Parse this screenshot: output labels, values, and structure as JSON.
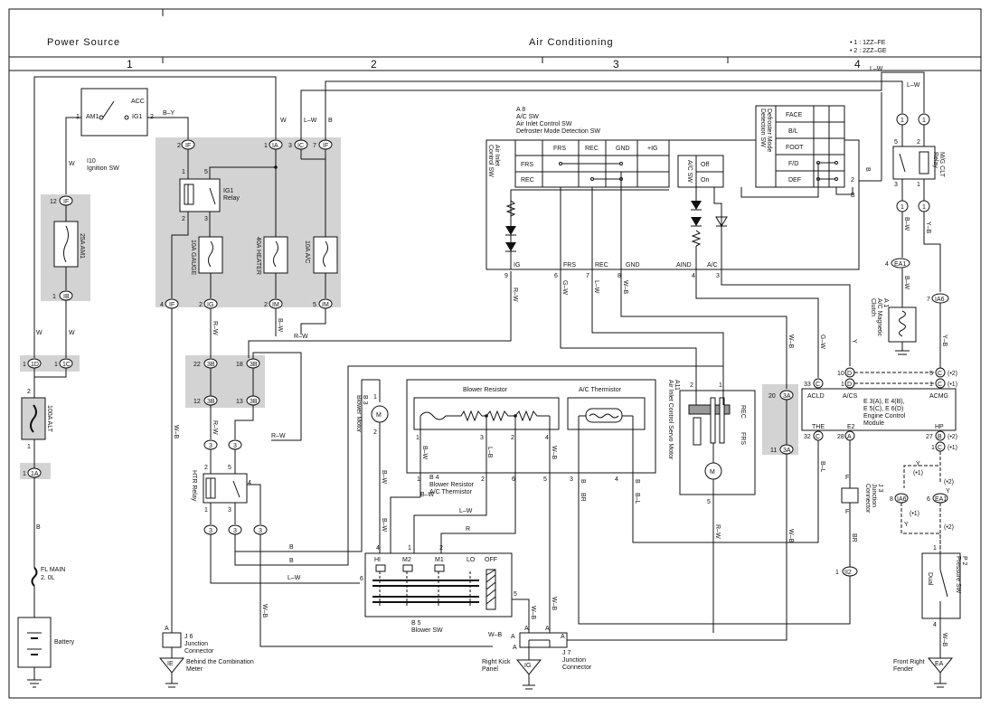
{
  "header": {
    "left_title": "Power Source",
    "center_title": "Air Conditioning",
    "notes": [
      "• 1 : 1ZZ–FE",
      "• 2 : 2ZZ–GE"
    ],
    "columns": [
      "1",
      "2",
      "3",
      "4"
    ]
  },
  "ignition": {
    "id": "I10",
    "name": "Ignition SW",
    "terminals": [
      "ACC",
      "AM1",
      "IG1"
    ],
    "pins": [
      "1",
      "2"
    ]
  },
  "fuses": {
    "am1": "25A AM1",
    "alt": "100A ALT",
    "gauge": "10A GAUGE",
    "heater": "40A HEATER",
    "ac": "10A A/C",
    "fl_main": [
      "FL MAIN",
      "2. 0L"
    ]
  },
  "battery_label": "Battery",
  "ig1_relay": [
    "IG1",
    "Relay"
  ],
  "htr_relay": "HTR Relay",
  "connectors": [
    "IF",
    "IB",
    "1D",
    "1C",
    "1A",
    "IG",
    "IA",
    "IM",
    "IC",
    "3B",
    "3A",
    "3",
    "EA1",
    "IA6",
    "II2",
    "1",
    "A",
    "B",
    "C",
    "E",
    "EA"
  ],
  "wire_colors": [
    "B–Y",
    "W",
    "L–W",
    "B",
    "R–W",
    "W–B",
    "B–W",
    "G–W",
    "L–B",
    "Y–B",
    "Y",
    "R",
    "BR",
    "B–L",
    "F",
    "G–W",
    "B–R"
  ],
  "a8": {
    "id": "A 8",
    "lines": [
      "A/C SW",
      "Air Inlet Control SW",
      "Defroster Mode Detection SW"
    ],
    "inlet_label": [
      "Air Inlet",
      "Control SW"
    ],
    "grid_headers": [
      "FRS",
      "REC",
      "GND",
      "+IG"
    ],
    "grid_rows": [
      "FRS",
      "REC"
    ],
    "ac_sw": "A/C SW",
    "ac_rows": [
      "Off",
      "On"
    ],
    "defroster_label": [
      "Defroster Mode",
      "Detection SW"
    ],
    "modes": [
      "FACE",
      "B/L",
      "FOOT",
      "F/D",
      "DEF"
    ],
    "bottom_terminals": [
      "IG",
      "FRS",
      "REC",
      "GND",
      "AIND",
      "A/C"
    ],
    "bottom_pins": [
      "9",
      "6",
      "7",
      "8",
      "4",
      "3"
    ],
    "side_pins": [
      "2"
    ],
    "b_label": "B"
  },
  "a11": {
    "id": "A11",
    "name": [
      "Air Inlet Control Servo Motor"
    ],
    "terms": [
      "REC",
      "FRS"
    ],
    "pins": [
      "2",
      "1",
      "5"
    ]
  },
  "blower_motor": {
    "id": "B 3",
    "name": "Blower Motor",
    "pins": [
      "1",
      "2"
    ]
  },
  "b4": {
    "id": "B 4",
    "lines": [
      "Blower Resistor",
      "A/C Thermistor"
    ],
    "blower_resistor": "Blower Resistor",
    "ac_thermistor": "A/C Thermistor",
    "pins": [
      "1",
      "3",
      "2",
      "4",
      "6",
      "5"
    ]
  },
  "b5": {
    "id": "B 5",
    "name": "Blower SW",
    "positions": [
      "HI",
      "M2",
      "M1",
      "LO",
      "OFF"
    ],
    "pins": [
      "4",
      "1",
      "2",
      "6",
      "5"
    ]
  },
  "ecm": {
    "lines": [
      "E 3(A), E 4(B),",
      "E 5(C), E 6(D)",
      "Engine Control",
      "Module"
    ],
    "terms_top": [
      "ACLD",
      "A/CS",
      "ACMG"
    ],
    "terms_bottom": [
      "THE",
      "E2",
      "HP"
    ],
    "pins": [
      "33",
      "10",
      "5",
      "1",
      "32",
      "28",
      "27"
    ]
  },
  "mg_relay": [
    "M/G CLT",
    "Relay"
  ],
  "a1": {
    "id": "A 1",
    "name": [
      "A/C Magnetic",
      "Clutch"
    ]
  },
  "j3": {
    "id": "J 3",
    "name": [
      "Junction",
      "Connector"
    ]
  },
  "j6": {
    "id": "J 6",
    "name": [
      "Junction",
      "Connector"
    ]
  },
  "j7": {
    "id": "J 7",
    "name": [
      "Junction",
      "Connector"
    ]
  },
  "p2": {
    "id": "P 2",
    "name": "Pressure SW",
    "sub": "Dual"
  },
  "grounds": {
    "ie": {
      "code": "IE",
      "label": [
        "Behind the Combination",
        "Meter"
      ]
    },
    "ig": {
      "code": "IG",
      "label": [
        "Right Kick",
        "Panel"
      ]
    },
    "ea": {
      "code": "EA",
      "label": [
        "Front Right",
        "Fender"
      ]
    }
  },
  "ea_notes": [
    "(•2)",
    "(•1)",
    "(•1)",
    "(•2)"
  ]
}
